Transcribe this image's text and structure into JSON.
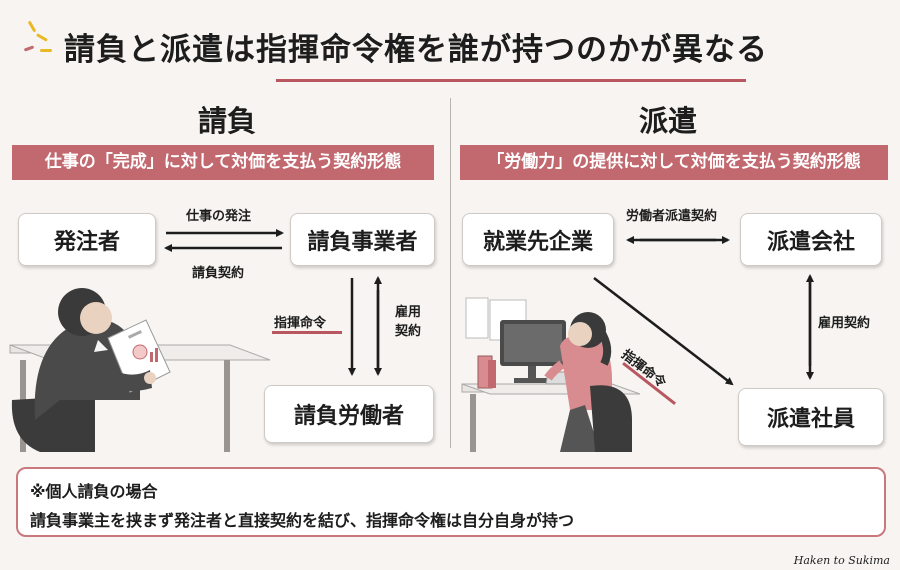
{
  "title": "請負と派遣は指揮命令権を誰が持つのかが異なる",
  "left": {
    "heading": "請負",
    "banner": "仕事の「完成」に対して対価を支払う契約形態",
    "box_client": "発注者",
    "box_contractor": "請負事業者",
    "box_worker": "請負労働者",
    "label_order": "仕事の発注",
    "label_contract": "請負契約",
    "label_command": "指揮命令",
    "label_employment": "雇用契約"
  },
  "right": {
    "heading": "派遣",
    "banner": "「労働力」の提供に対して対価を支払う契約形態",
    "box_host": "就業先企業",
    "box_agency": "派遣会社",
    "box_employee": "派遣社員",
    "label_dispatch_contract": "労働者派遣契約",
    "label_employment": "雇用契約",
    "label_command": "指揮命令"
  },
  "note": {
    "heading": "※個人請負の場合",
    "body": "請負事業主を挟まず発注者と直接契約を結び、指揮命令権は自分自身が持つ"
  },
  "credit": "Haken to Sukima",
  "colors": {
    "accent": "#c2686f",
    "underline": "#b8575f",
    "background": "#f7f4f1",
    "spark": "#e8b825"
  }
}
